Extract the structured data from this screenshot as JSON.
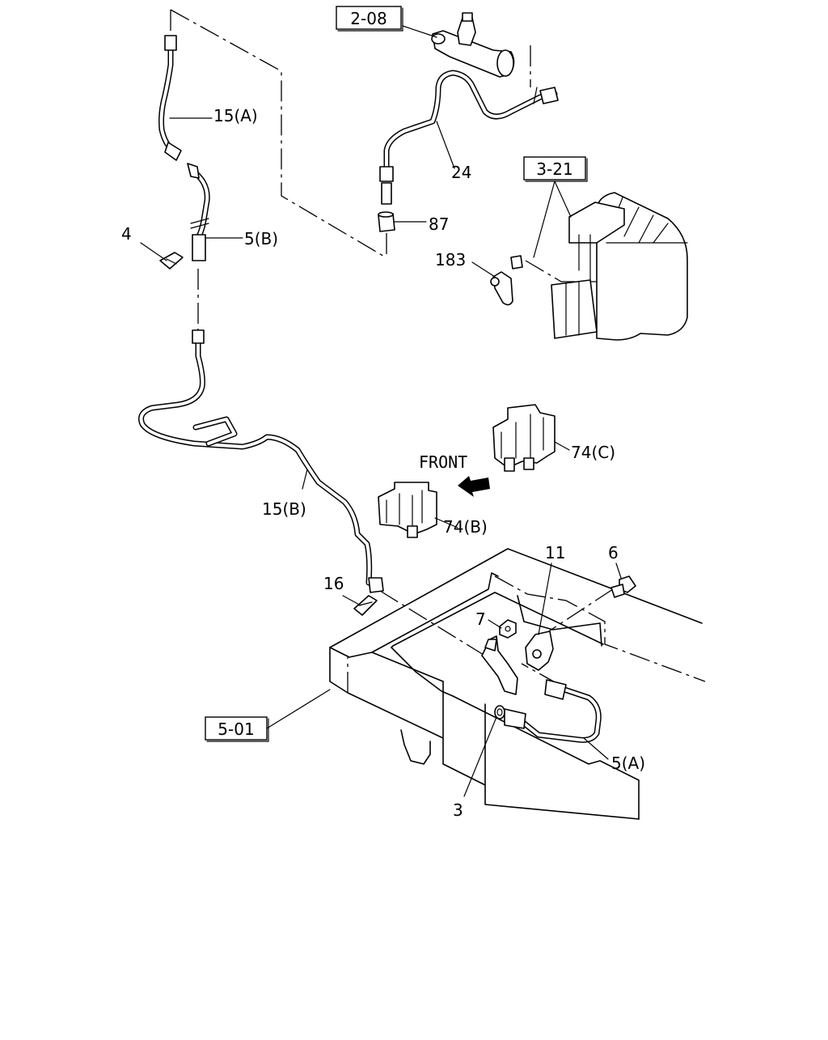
{
  "labels": {
    "ref_2_08": "2-08",
    "ref_3_21": "3-21",
    "ref_5_01": "5-01",
    "pipe_15a": "15(A)",
    "pipe_15b": "15(B)",
    "hose_5b": "5(B)",
    "hose_5a": "5(A)",
    "pipe_24": "24",
    "part_87": "87",
    "part_183": "183",
    "part_4": "4",
    "part_16": "16",
    "part_11": "11",
    "part_6": "6",
    "part_7": "7",
    "part_3": "3",
    "clip_74b": "74(B)",
    "clip_74c": "74(C)",
    "front": "FRONT"
  }
}
